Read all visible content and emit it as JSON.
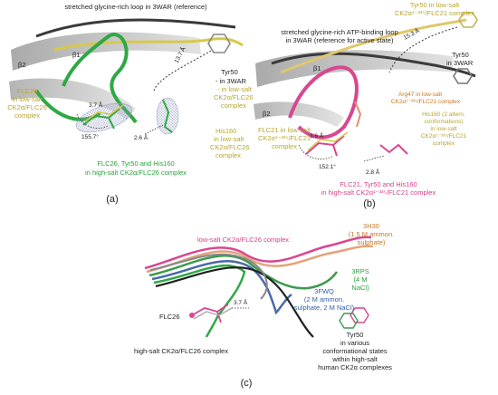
{
  "panel_a": {
    "label": "(a)",
    "ref_loop": "stretched glycine-rich loop in 3WAR (reference)",
    "tyr50_3war": [
      "Tyr50",
      "- in 3WAR",
      "- in low-salt",
      "CK2α/FLC26",
      "complex"
    ],
    "dist_137": "13.7 Å",
    "beta1": "β1",
    "beta2": "β2",
    "flc26_low": [
      "FLC26",
      "in low-salt",
      "CK2α/FLC26",
      "complex"
    ],
    "dist_37": "3.7 Å",
    "angle_1557": "155.7°",
    "dist_26": "2.6 Å",
    "his160": [
      "His160",
      "in low-salt",
      "CK2α/FLC26",
      "complex"
    ],
    "high_salt": [
      "FLC26, Tyr50 and His160",
      "in high-salt CK2α/FLC26 complex"
    ]
  },
  "panel_b": {
    "label": "(b)",
    "tyr50_low": [
      "Tyr50 in low-salt",
      "CK2α¹⁻³³⁵/FLC21 complex"
    ],
    "ref_loop": [
      "stretched glycine-rich ATP-binding loop",
      "in 3WAR (reference for active state)"
    ],
    "dist_153": "15.3 Å",
    "tyr50_3war": [
      "Tyr50",
      "in 3WAR"
    ],
    "beta1": "β1",
    "beta2": "β2",
    "arg47": [
      "Arg47 in low-salt",
      "CK2α¹⁻³³⁵/FLC21 complex"
    ],
    "flc21_low": [
      "FLC21 in low-salt",
      "CK2α¹⁻³³⁵/FLC21",
      "complex"
    ],
    "dist_36": "3.6 Å",
    "angle_1521": "152.1°",
    "his160": [
      "His160 (2 altern.",
      "conformations)",
      "in low-salt",
      "CK2α¹⁻³³⁵/FLC21",
      "complex"
    ],
    "dist_28": "2.8 Å",
    "high_salt": [
      "FLC21, Tyr50 and His160",
      "in high-salt CK2α¹⁻³³⁵/FLC21 complex"
    ]
  },
  "panel_c": {
    "label": "(c)",
    "low_salt": "low-salt CK2α/FLC26 complex",
    "h3h30": [
      "3H30",
      "(1.5 M ammon.",
      "sulphate)"
    ],
    "h3rps": [
      "3RPS",
      "(4 M",
      "NaCl)"
    ],
    "h3fwq": [
      "3FWQ",
      "(2 M ammon.",
      "sulphate, 2 M NaCl)"
    ],
    "flc26": "FLC26",
    "dist_37": "3.7 Å",
    "high_salt": "high-salt CK2α/FLC26 complex",
    "tyr50": [
      "Tyr50",
      "in various",
      "conformational states",
      "within high-salt",
      "human CK2α complexes"
    ]
  },
  "colors": {
    "reference_gray": "#4a4a4a",
    "low_salt_yellow": "#d8c84a",
    "high_salt_green": "#2fa844",
    "flc21_pink": "#d8478f",
    "h3h30_orange": "#e3a37a",
    "h3rps_green": "#3d9a4c",
    "h3fwq_blue": "#4a6aa8",
    "density_mesh": "#9aa3c8"
  }
}
